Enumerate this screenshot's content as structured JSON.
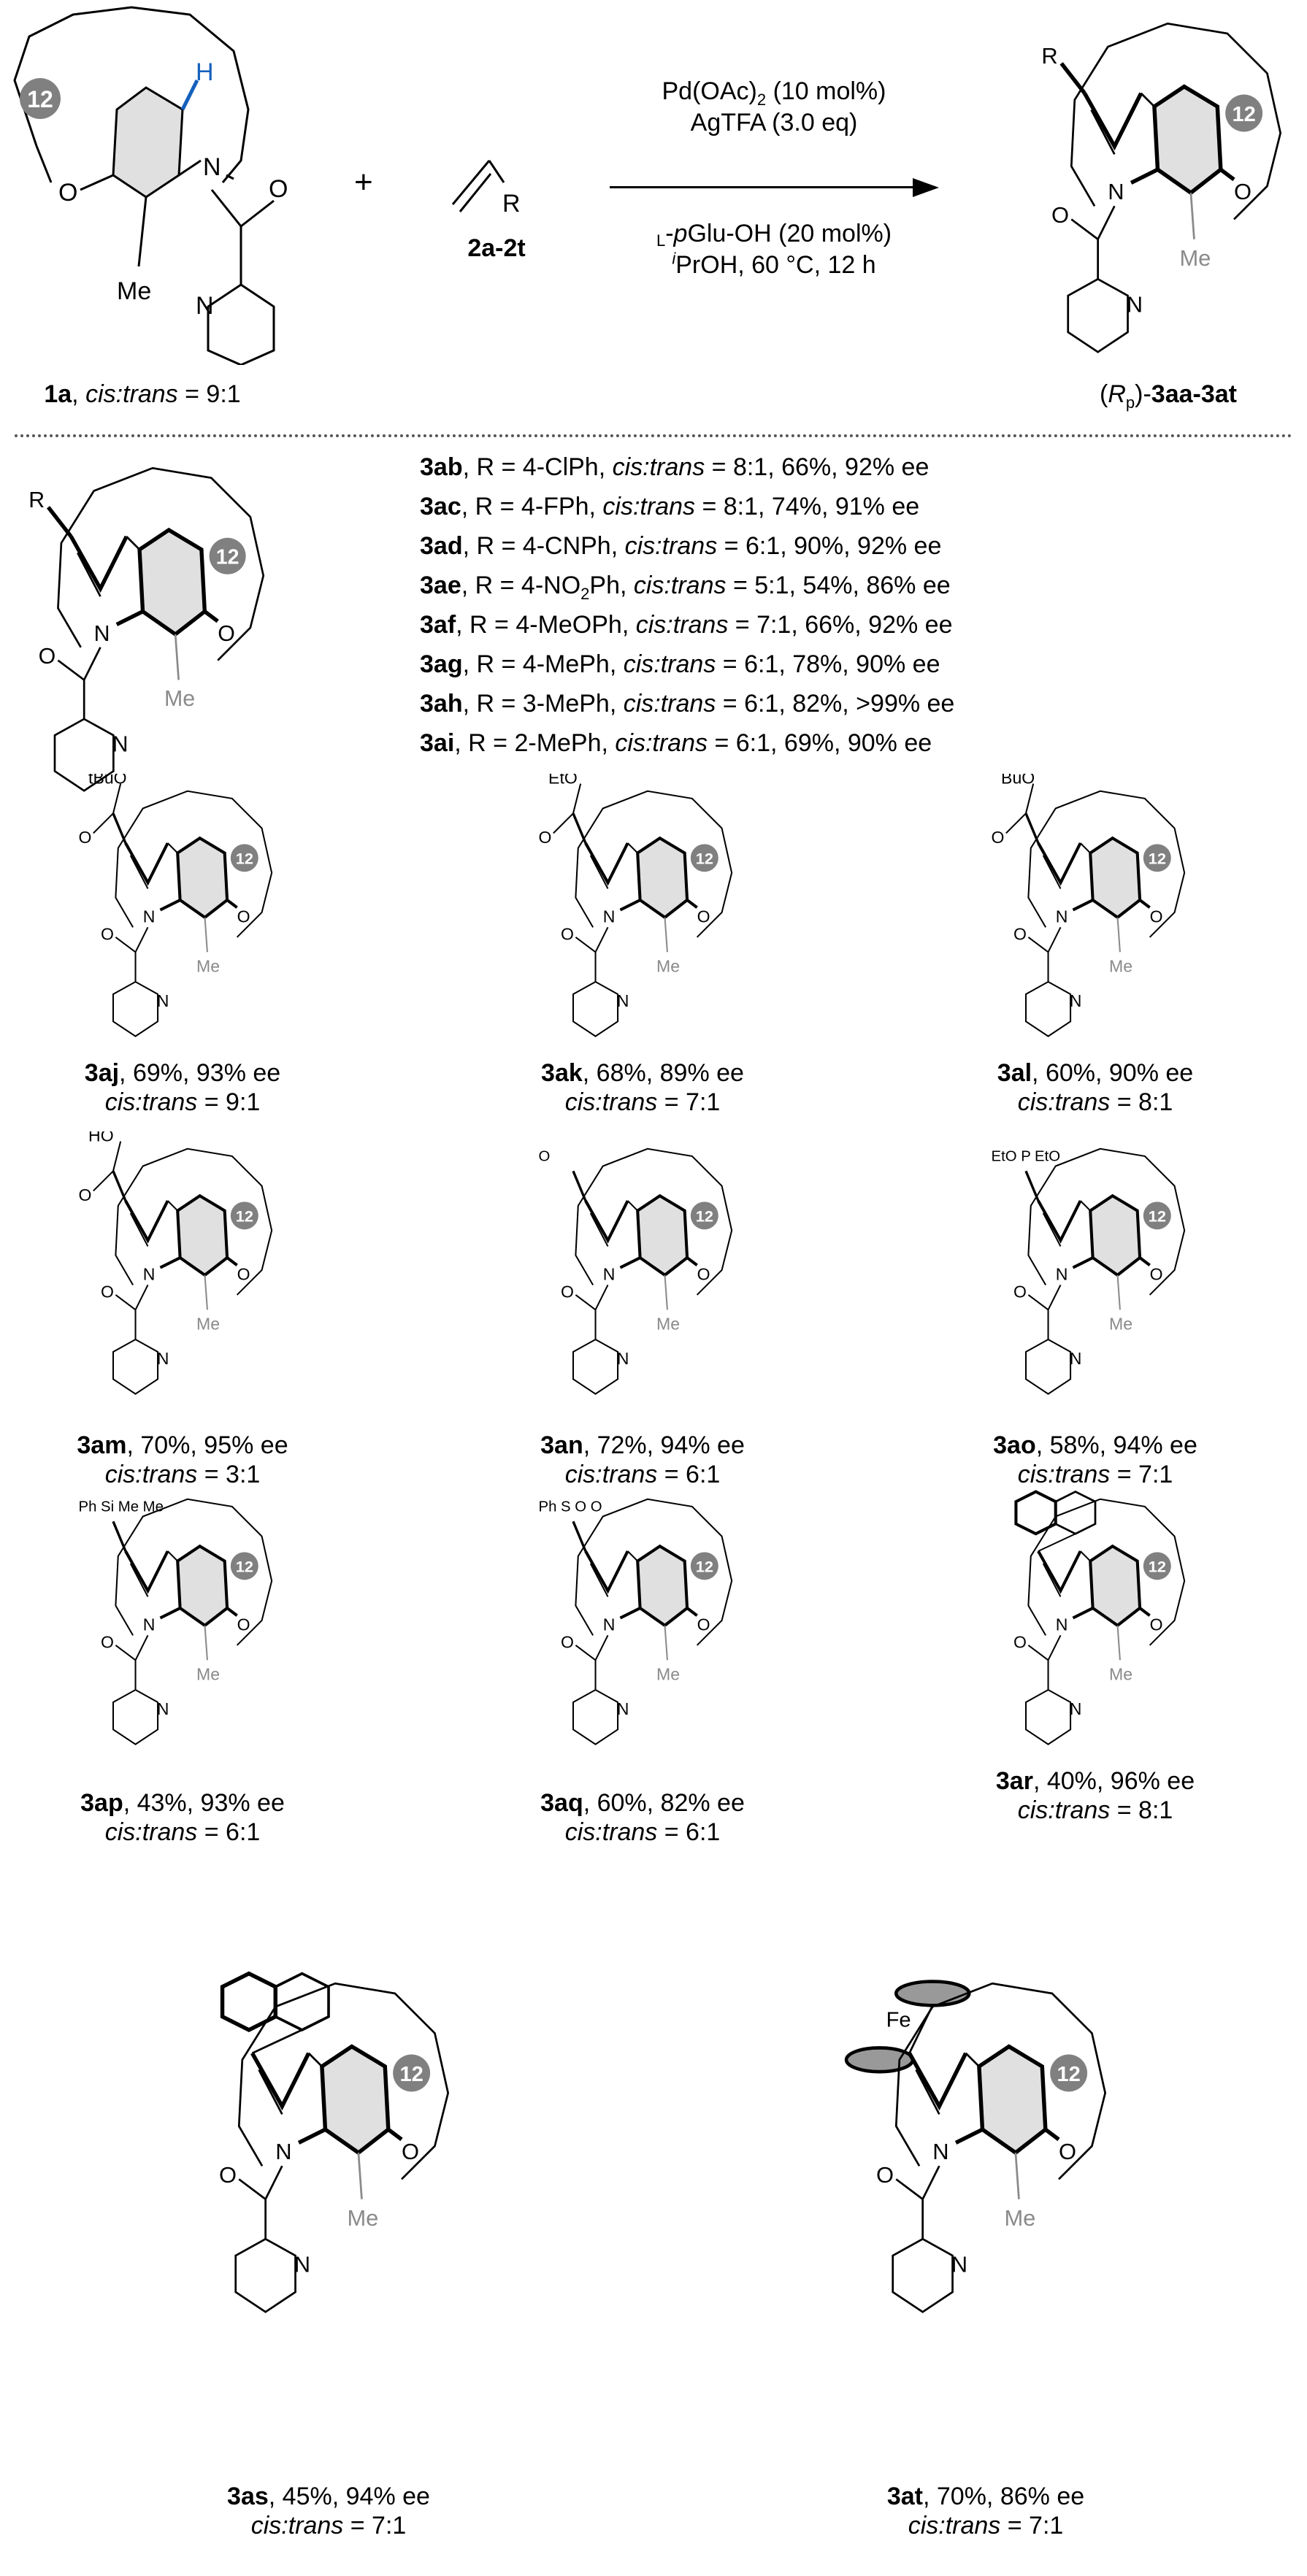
{
  "reactant": {
    "id": "1a",
    "sep": ", ",
    "italic": "cis:trans",
    "rest": " = 9:1",
    "h_label": "H",
    "ring_size": "12",
    "o_label": "O",
    "n_label": "N",
    "me_label": "Me",
    "carbonyl_o": "O",
    "pyridine_n": "N"
  },
  "plus": "+",
  "olefin": {
    "r_label": "R",
    "id": "2a-2t"
  },
  "conditions": {
    "line1": {
      "pre": "Pd(OAc)",
      "sub": "2",
      "post": " (10 mol%)"
    },
    "line2": "AgTFA (3.0 eq)",
    "line3": {
      "sc": "L",
      "dash": "-",
      "italic": "p",
      "post": "Glu-OH (20 mol%)"
    },
    "line4": {
      "sup": "i",
      "post": "PrOH, 60 °C, 12 h"
    }
  },
  "product": {
    "open": "(",
    "italic": "R",
    "sub": "p",
    "close": ")-",
    "id": "3aa-3at",
    "r_label": "R"
  },
  "list": {
    "r_label": "R",
    "entries": [
      {
        "id": "3ab",
        "r_pre": ", R = 4-ClPh, ",
        "r_sub": "",
        "r_post": "",
        "italic": "cis:trans",
        "tail": " = 8:1, 66%, 92% ee"
      },
      {
        "id": "3ac",
        "r_pre": ", R = 4-FPh, ",
        "r_sub": "",
        "r_post": "",
        "italic": "cis:trans",
        "tail": " = 8:1, 74%, 91% ee"
      },
      {
        "id": "3ad",
        "r_pre": ", R = 4-CNPh, ",
        "r_sub": "",
        "r_post": "",
        "italic": "cis:trans",
        "tail": " = 6:1, 90%, 92% ee"
      },
      {
        "id": "3ae",
        "r_pre": ", R = 4-NO",
        "r_sub": "2",
        "r_post": "Ph, ",
        "italic": "cis:trans",
        "tail": " = 5:1, 54%, 86% ee"
      },
      {
        "id": "3af",
        "r_pre": ", R = 4-MeOPh, ",
        "r_sub": "",
        "r_post": "",
        "italic": "cis:trans",
        "tail": " = 7:1, 66%, 92% ee"
      },
      {
        "id": "3ag",
        "r_pre": ", R = 4-MePh, ",
        "r_sub": "",
        "r_post": "",
        "italic": "cis:trans",
        "tail": " = 6:1, 78%, 90% ee"
      },
      {
        "id": "3ah",
        "r_pre": ", R = 3-MePh, ",
        "r_sub": "",
        "r_post": "",
        "italic": "cis:trans",
        "tail": " = 6:1, 82%, >99% ee"
      },
      {
        "id": "3ai",
        "r_pre": ", R = 2-MePh, ",
        "r_sub": "",
        "r_post": "",
        "italic": "cis:trans",
        "tail": " = 6:1, 69%, 90% ee"
      }
    ]
  },
  "compounds": [
    {
      "id": "3aj",
      "stats": ", 69%, 93% ee",
      "italic": "cis:trans",
      "ratio": " = 9:1",
      "sub_label": "tBuO"
    },
    {
      "id": "3ak",
      "stats": ", 68%, 89% ee",
      "italic": "cis:trans",
      "ratio": " = 7:1",
      "sub_label": "EtO"
    },
    {
      "id": "3al",
      "stats": ", 60%, 90% ee",
      "italic": "cis:trans",
      "ratio": " = 8:1",
      "sub_label": "BuO"
    },
    {
      "id": "3am",
      "stats": ", 70%, 95% ee",
      "italic": "cis:trans",
      "ratio": " = 3:1",
      "sub_label": "HO"
    },
    {
      "id": "3an",
      "stats": ", 72%, 94% ee",
      "italic": "cis:trans",
      "ratio": " = 6:1",
      "sub_label": "O"
    },
    {
      "id": "3ao",
      "stats": ", 58%, 94% ee",
      "italic": "cis:trans",
      "ratio": " = 7:1",
      "sub_label": "EtO P EtO"
    },
    {
      "id": "3ap",
      "stats": ", 43%, 93% ee",
      "italic": "cis:trans",
      "ratio": " = 6:1",
      "sub_label": "Ph Si Me Me"
    },
    {
      "id": "3aq",
      "stats": ", 60%, 82% ee",
      "italic": "cis:trans",
      "ratio": " = 6:1",
      "sub_label": "Ph S O O"
    },
    {
      "id": "3ar",
      "stats": ", 40%, 96% ee",
      "italic": "cis:trans",
      "ratio": " = 8:1",
      "sub_label": ""
    },
    {
      "id": "3as",
      "stats": ", 45%, 94% ee",
      "italic": "cis:trans",
      "ratio": " = 7:1",
      "sub_label": ""
    },
    {
      "id": "3at",
      "stats": ", 70%, 86% ee",
      "italic": "cis:trans",
      "ratio": " = 7:1",
      "sub_label": "Fe"
    }
  ],
  "atoms": {
    "n": "N",
    "o": "O",
    "me": "Me",
    "ring": "12"
  },
  "colors": {
    "highlight_h": "#1560bd",
    "badge": "#808080",
    "ring_fill": "#e0e0e0",
    "me_gray": "#8a8a8a"
  }
}
